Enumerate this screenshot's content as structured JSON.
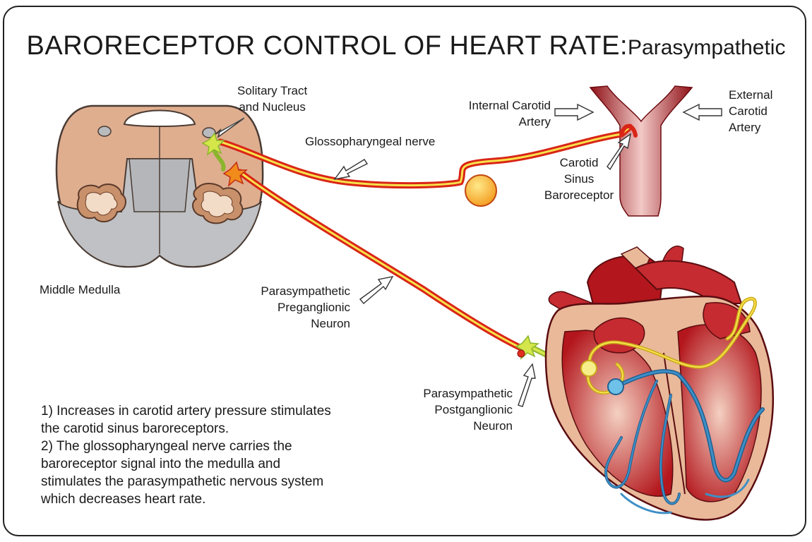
{
  "title": {
    "main": "BARORECEPTOR CONTROL OF HEART RATE:",
    "sub": "Parasympathetic"
  },
  "labels": {
    "solitary_tract_line1": "Solitary Tract",
    "solitary_tract_line2": "and Nucleus",
    "internal_carotid_line1": "Internal Carotid",
    "internal_carotid_line2": "Artery",
    "external_carotid_line1": "External",
    "external_carotid_line2": "Carotid",
    "external_carotid_line3": "Artery",
    "glossopharyngeal": "Glossopharyngeal nerve",
    "carotid_sinus_line1": "Carotid",
    "carotid_sinus_line2": "Sinus",
    "carotid_sinus_line3": "Baroreceptor",
    "middle_medulla": "Middle Medulla",
    "preganglionic_line1": "Parasympathetic",
    "preganglionic_line2": "Preganglionic",
    "preganglionic_line3": "Neuron",
    "postganglionic_line1": "Parasympathetic",
    "postganglionic_line2": "Postganglionic",
    "postganglionic_line3": "Neuron"
  },
  "steps": [
    "1) Increases in carotid artery pressure stimulates",
    "the carotid sinus baroreceptors.",
    "2) The glossopharyngeal nerve carries the",
    "baroreceptor signal into the medulla and",
    "stimulates the parasympathetic nervous system",
    "which decreases heart rate."
  ],
  "colors": {
    "medulla_tan": "#dfae8f",
    "medulla_grey": "#bfc1c4",
    "artery_red": "#b11a22",
    "nerve_red": "#e0301d",
    "nerve_yellow": "#f7e24b",
    "ganglion_green": "#d4e64a",
    "heart_wall": "#e9b999",
    "conduction_blue": "#3e8fc7"
  }
}
